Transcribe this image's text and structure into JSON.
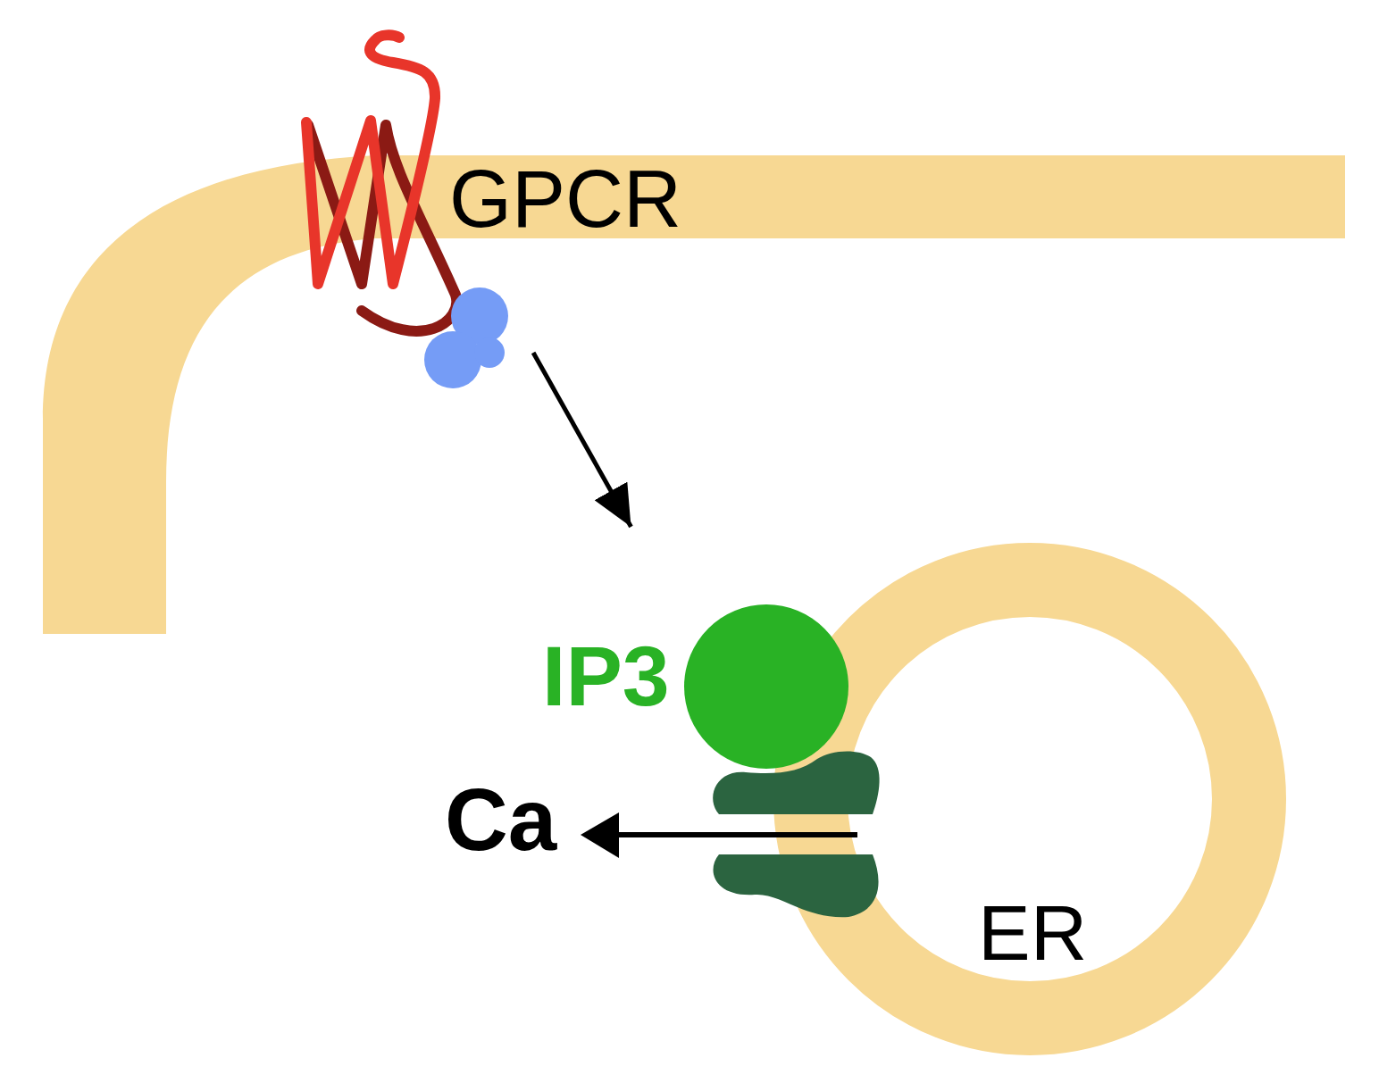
{
  "diagram": {
    "nodes": [
      {
        "text": [
          "GPCR"
        ]
      },
      {
        "text": [
          "IP3"
        ]
      },
      {
        "text": [
          "ER"
        ]
      }
    ],
    "edges": [
      {
        "from": 0,
        "to": 1,
        "arrow": "to"
      }
    ],
    "labels": [
      "Ca"
    ]
  }
}
